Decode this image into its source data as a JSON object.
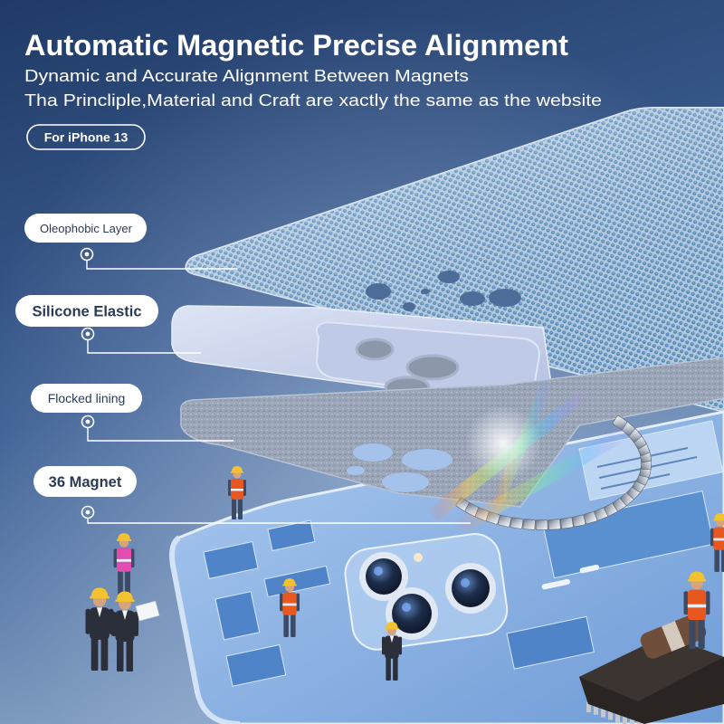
{
  "header": {
    "title": "Automatic Magnetic Precise Alignment",
    "subtitle_1": "Dynamic and Accurate Alignment Between Magnets",
    "subtitle_2": "Tha Princliple,Material and Craft are xactly the same as the website",
    "model_badge": "For iPhone 13"
  },
  "callouts": {
    "oleophobic": "Oleophobic Layer",
    "silicone": "Silicone Elastic",
    "flocked": "Flocked lining",
    "magnet": "36 Magnet"
  },
  "colors": {
    "text_primary": "#ffffff",
    "callout_text": "#2b3a55",
    "silicone_layer": "#bfcae6",
    "flocked_layer": "#9aa5b8",
    "vest_orange": "#e8571f",
    "hard_hat_yellow": "#f2c230"
  }
}
